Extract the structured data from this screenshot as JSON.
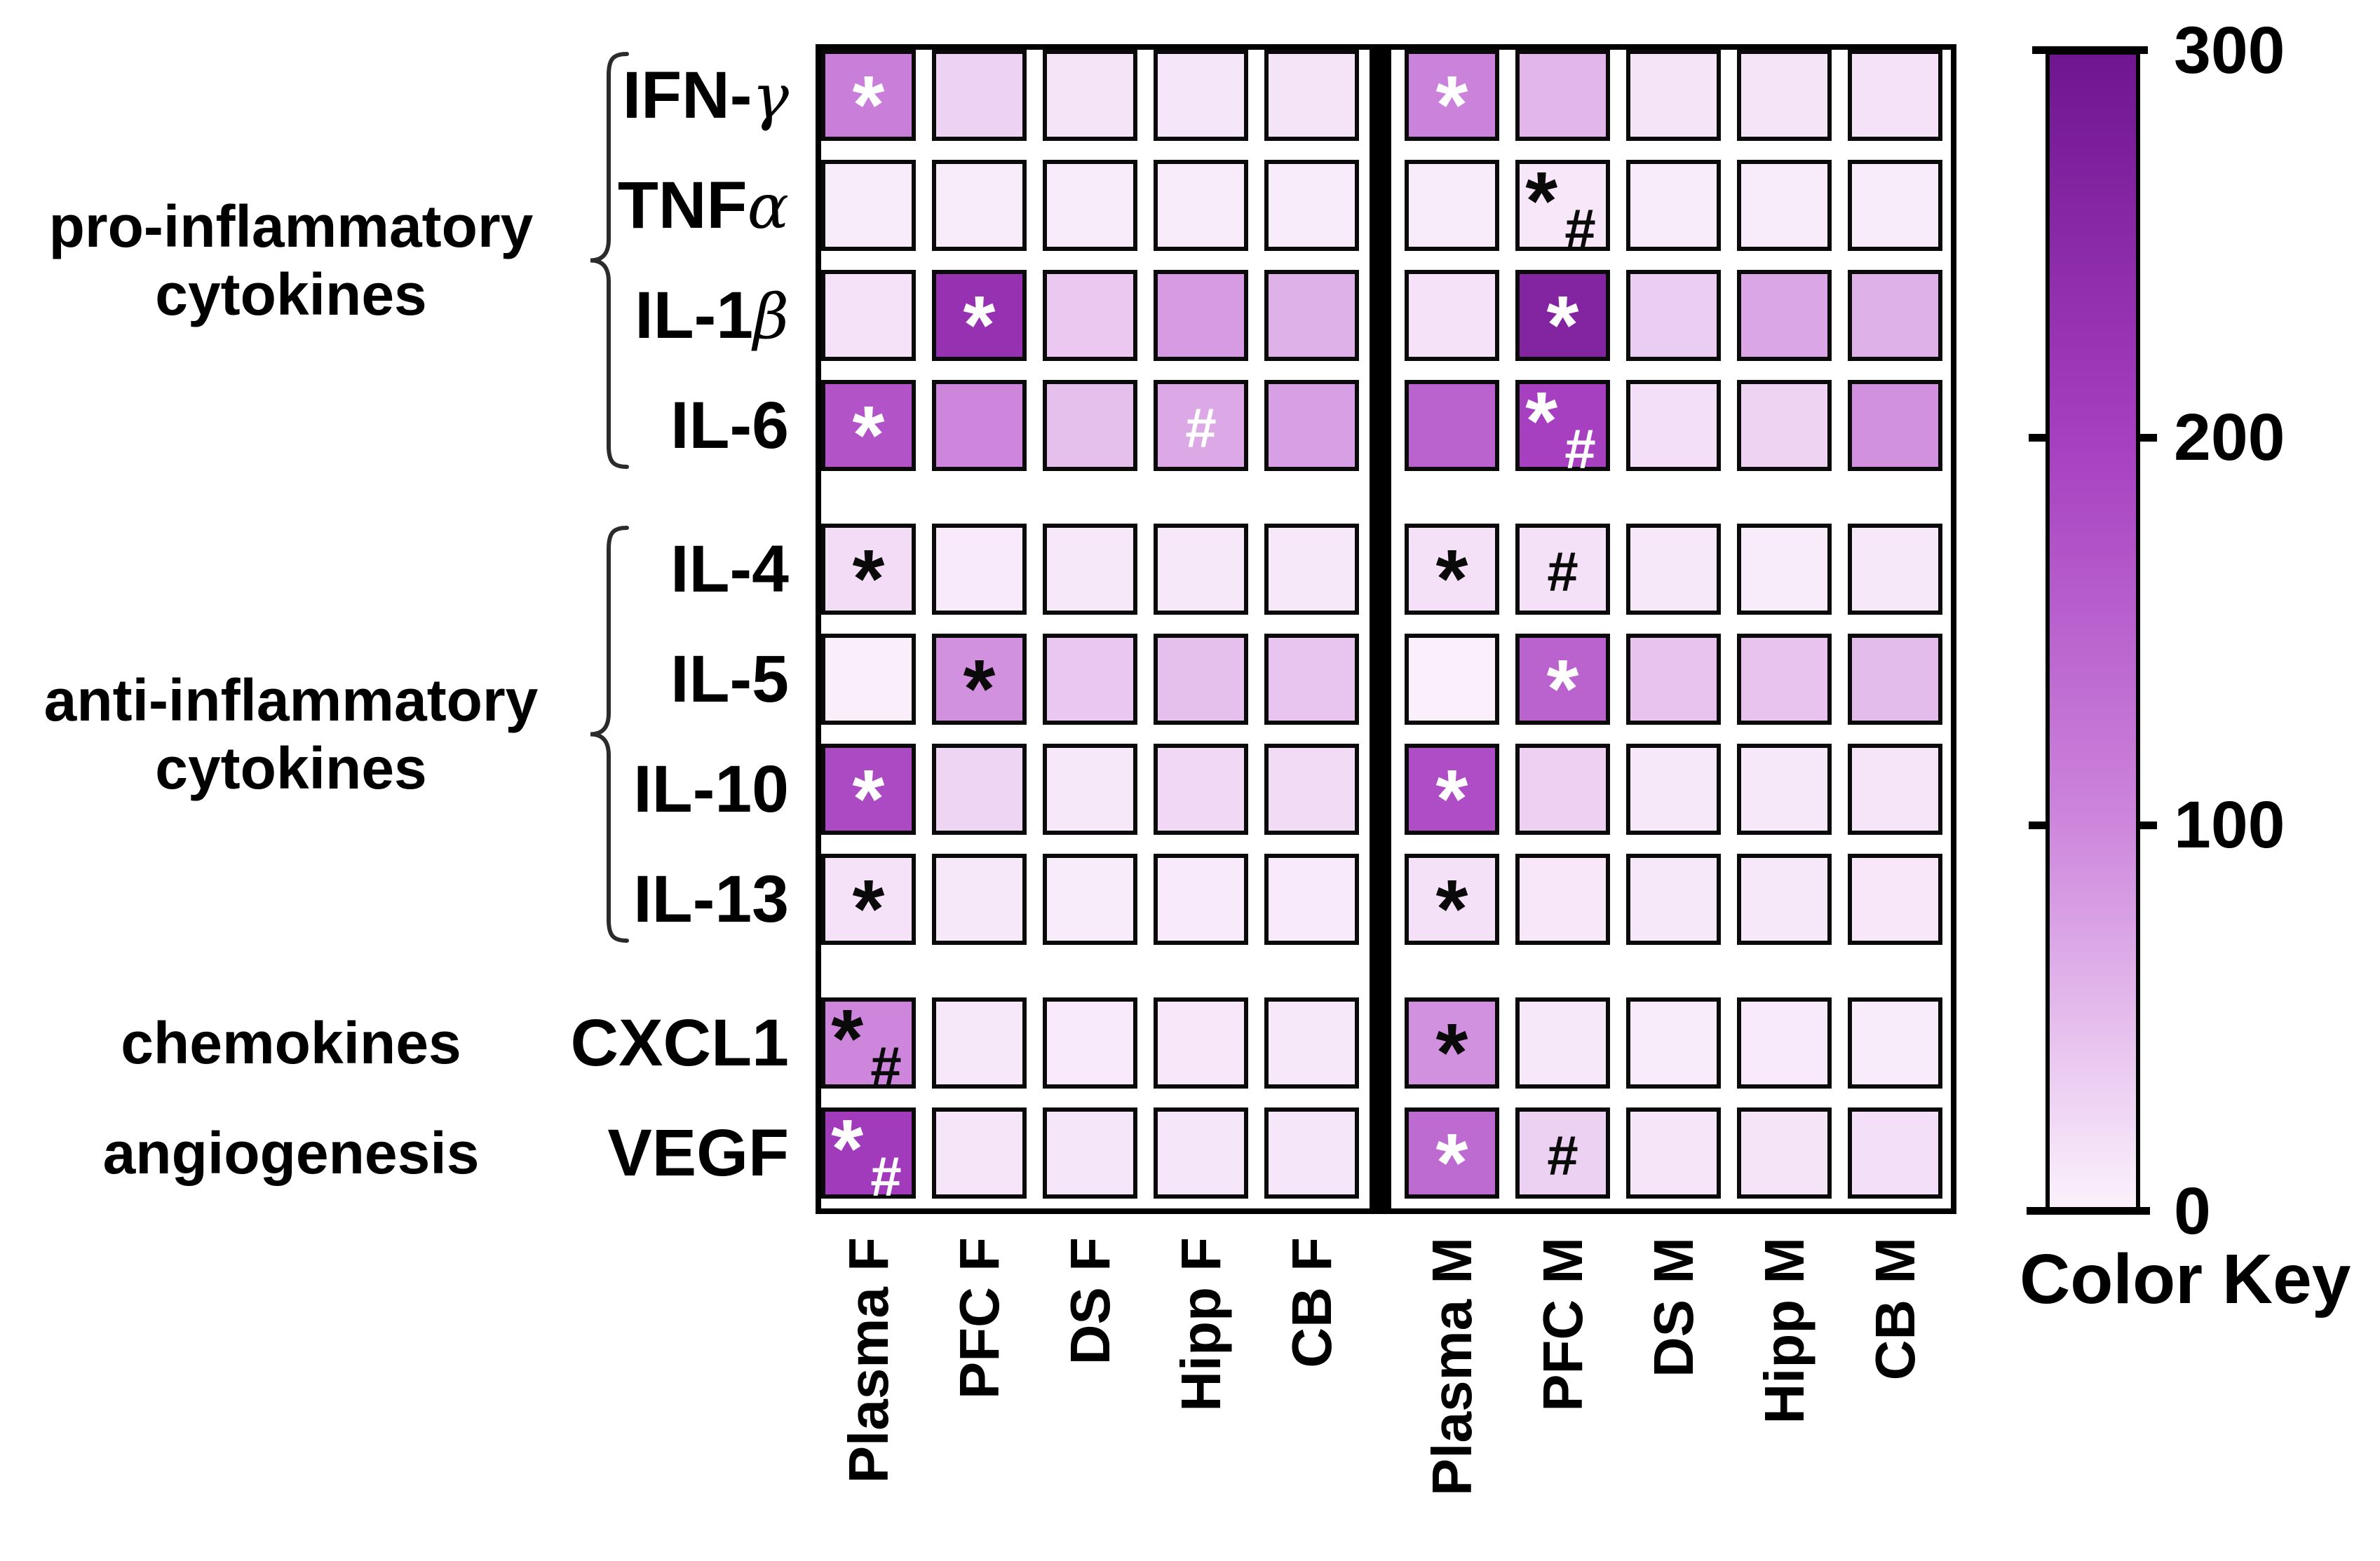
{
  "chart_data": {
    "type": "heatmap",
    "title": "",
    "columns": [
      "Plasma F",
      "PFC F",
      "DS F",
      "Hipp F",
      "CB F",
      "Plasma M",
      "PFC M",
      "DS M",
      "Hipp M",
      "CB M"
    ],
    "rows": [
      {
        "label_base": "IFN-",
        "label_greek": "γ",
        "values": [
          110,
          29,
          13,
          10,
          12,
          105,
          55,
          13,
          12,
          14
        ],
        "annotations": [
          {
            "col": 0,
            "sym": "*",
            "color": "white"
          },
          {
            "col": 5,
            "sym": "*",
            "color": "white"
          }
        ]
      },
      {
        "label_base": "TNF",
        "label_greek": "α",
        "values": [
          5,
          5,
          5,
          5,
          5,
          5,
          9,
          5,
          5,
          5
        ],
        "annotations": [
          {
            "col": 6,
            "sym": "*#",
            "color": "black"
          }
        ]
      },
      {
        "label_base": "IL-1",
        "label_greek": "β",
        "values": [
          14,
          230,
          38,
          80,
          60,
          14,
          265,
          34,
          70,
          60
        ],
        "annotations": [
          {
            "col": 1,
            "sym": "*",
            "color": "white"
          },
          {
            "col": 6,
            "sym": "*",
            "color": "white"
          }
        ]
      },
      {
        "label_base": "IL-6",
        "label_greek": "",
        "values": [
          170,
          100,
          46,
          68,
          76,
          150,
          200,
          17,
          28,
          90
        ],
        "annotations": [
          {
            "col": 0,
            "sym": "*",
            "color": "white"
          },
          {
            "col": 3,
            "sym": "#",
            "color": "white"
          },
          {
            "col": 6,
            "sym": "*#",
            "color": "white"
          }
        ]
      },
      {
        "label_base": "IL-4",
        "label_greek": "",
        "values": [
          20,
          7,
          8,
          8,
          8,
          16,
          15,
          8,
          6,
          8
        ],
        "annotations": [
          {
            "col": 0,
            "sym": "*",
            "color": "black"
          },
          {
            "col": 5,
            "sym": "*",
            "color": "black"
          },
          {
            "col": 6,
            "sym": "#",
            "color": "black"
          }
        ]
      },
      {
        "label_base": "IL-5",
        "label_greek": "",
        "values": [
          3,
          90,
          39,
          46,
          41,
          2,
          150,
          43,
          43,
          50
        ],
        "annotations": [
          {
            "col": 1,
            "sym": "*",
            "color": "black"
          },
          {
            "col": 6,
            "sym": "*",
            "color": "white"
          }
        ]
      },
      {
        "label_base": "IL-10",
        "label_greek": "",
        "values": [
          185,
          26,
          8,
          22,
          21,
          180,
          31,
          8,
          8,
          11
        ],
        "annotations": [
          {
            "col": 0,
            "sym": "*",
            "color": "white"
          },
          {
            "col": 5,
            "sym": "*",
            "color": "white"
          }
        ]
      },
      {
        "label_base": "IL-13",
        "label_greek": "",
        "values": [
          14,
          8,
          6,
          7,
          7,
          16,
          9,
          8,
          8,
          9
        ],
        "annotations": [
          {
            "col": 0,
            "sym": "*",
            "color": "black"
          },
          {
            "col": 5,
            "sym": "*",
            "color": "black"
          }
        ]
      },
      {
        "label_base": "CXCL1",
        "label_greek": "",
        "values": [
          100,
          8,
          7,
          9,
          8,
          90,
          8,
          5,
          7,
          6
        ],
        "annotations": [
          {
            "col": 0,
            "sym": "*#",
            "color": "black"
          },
          {
            "col": 5,
            "sym": "*",
            "color": "black"
          }
        ]
      },
      {
        "label_base": "VEGF",
        "label_greek": "",
        "values": [
          210,
          11,
          10,
          10,
          10,
          140,
          30,
          11,
          12,
          17
        ],
        "annotations": [
          {
            "col": 0,
            "sym": "*#",
            "color": "white"
          },
          {
            "col": 5,
            "sym": "*",
            "color": "white"
          },
          {
            "col": 6,
            "sym": "#",
            "color": "black"
          }
        ]
      }
    ],
    "row_groups": [
      {
        "label": "pro-inflammatory\ncytokines",
        "first_row": 0,
        "last_row": 3,
        "brace": true
      },
      {
        "label": "anti-inflammatory\ncytokines",
        "first_row": 4,
        "last_row": 7,
        "brace": true
      },
      {
        "label": "chemokines",
        "first_row": 8,
        "last_row": 8,
        "brace": false
      },
      {
        "label": "angiogenesis",
        "first_row": 9,
        "last_row": 9,
        "brace": false
      }
    ],
    "colorbar": {
      "title": "Color Key",
      "min": 0,
      "max": 300,
      "ticks": [
        300,
        200,
        100,
        0
      ],
      "color_stops": {
        "0": "#fbf1fc",
        "100": "#cd86dc",
        "200": "#a63fc0",
        "300": "#701590"
      }
    },
    "annotation_symbols": {
      "significant": "*",
      "secondary": "#"
    },
    "layout": {
      "legend_position": "right",
      "grid": false,
      "column_split_after": 4
    }
  }
}
